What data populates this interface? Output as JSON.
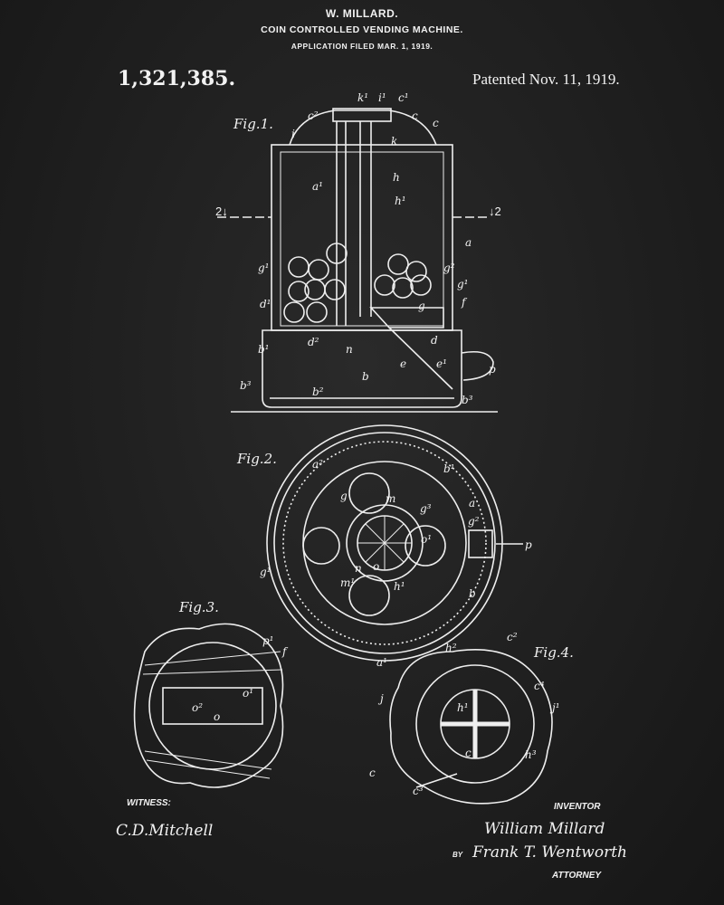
{
  "header": {
    "inventor": "W. MILLARD.",
    "title": "COIN CONTROLLED VENDING MACHINE.",
    "filed": "APPLICATION FILED MAR. 1, 1919.",
    "patent_number": "1,321,385.",
    "patented": "Patented Nov. 11, 1919."
  },
  "figures": {
    "fig1": "Fig.1.",
    "fig2": "Fig.2.",
    "fig3": "Fig.3.",
    "fig4": "Fig.4.",
    "section_left": "2↓",
    "section_right": "↓2"
  },
  "reference_letters": {
    "fig1": [
      "k¹",
      "i¹",
      "c¹",
      "c²",
      "i",
      "c",
      "c",
      "k",
      "a¹",
      "h",
      "h¹",
      "a",
      "g¹",
      "g²",
      "g¹",
      "f",
      "d¹",
      "g",
      "b¹",
      "d²",
      "n",
      "d",
      "e",
      "e¹",
      "p",
      "b²",
      "b",
      "b³",
      "b³"
    ],
    "fig2": [
      "b¹",
      "a²",
      "a",
      "g",
      "m",
      "g²",
      "g³",
      "o¹",
      "p",
      "g¹",
      "n",
      "o",
      "h¹",
      "m¹",
      "b",
      "a¹"
    ],
    "fig3": [
      "p¹",
      "f",
      "o²",
      "o",
      "o¹"
    ],
    "fig4": [
      "c²",
      "h²",
      "c⁴",
      "h¹",
      "j¹",
      "j",
      "h³",
      "c",
      "c",
      "c³"
    ]
  },
  "footer": {
    "witness_label": "WITNESS:",
    "witness_signature": "C.D.Mitchell",
    "inventor_label": "INVENTOR",
    "inventor_signature": "William Millard",
    "by_label": "BY",
    "attorney_signature": "Frank T. Wentworth",
    "attorney_label": "ATTORNEY"
  }
}
